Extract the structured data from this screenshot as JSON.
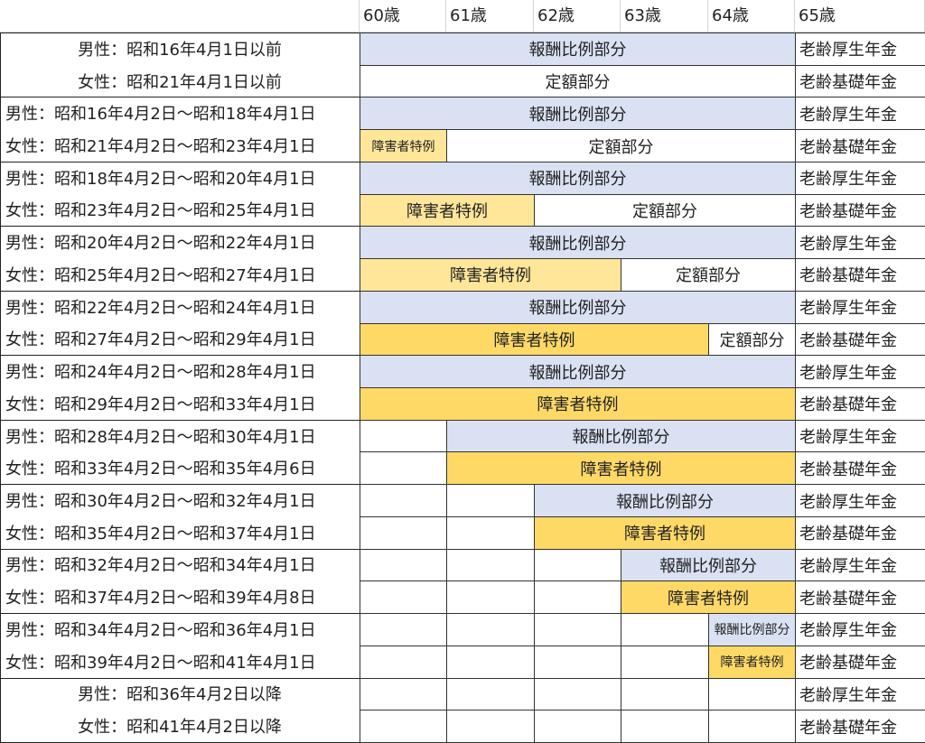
{
  "header": {
    "ages": [
      "60歳",
      "61歳",
      "62歳",
      "63歳",
      "64歳",
      "65歳"
    ]
  },
  "colors": {
    "remuneration": "#D9E1F2",
    "disability_light": "#FFE699",
    "disability": "#FFD966",
    "fixed": "#FFFFFF",
    "border": "#222222"
  },
  "right_labels": {
    "top": "老齢厚生年金",
    "bottom": "老齢基礎年金"
  },
  "groups": [
    {
      "male": "男性：昭和16年4月1日以前",
      "female": "女性：昭和21年4月1日以前",
      "centered": true,
      "top": [
        {
          "start": 0,
          "end": 5,
          "type": "remuneration",
          "label": "報酬比例部分"
        }
      ],
      "bottom": [
        {
          "start": 0,
          "end": 5,
          "type": "fixed",
          "label": "定額部分"
        }
      ]
    },
    {
      "male": "男性：昭和16年4月2日～昭和18年4月1日",
      "female": "女性：昭和21年4月2日～昭和23年4月1日",
      "centered": false,
      "top": [
        {
          "start": 0,
          "end": 5,
          "type": "remuneration",
          "label": "報酬比例部分"
        }
      ],
      "bottom": [
        {
          "start": 0,
          "end": 1,
          "type": "disability_light",
          "label": "障害者特例",
          "small": true
        },
        {
          "start": 1,
          "end": 5,
          "type": "fixed",
          "label": "定額部分"
        }
      ]
    },
    {
      "male": "男性：昭和18年4月2日～昭和20年4月1日",
      "female": "女性：昭和23年4月2日～昭和25年4月1日",
      "centered": false,
      "top": [
        {
          "start": 0,
          "end": 5,
          "type": "remuneration",
          "label": "報酬比例部分"
        }
      ],
      "bottom": [
        {
          "start": 0,
          "end": 2,
          "type": "disability_light",
          "label": "障害者特例"
        },
        {
          "start": 2,
          "end": 5,
          "type": "fixed",
          "label": "定額部分"
        }
      ]
    },
    {
      "male": "男性：昭和20年4月2日～昭和22年4月1日",
      "female": "女性：昭和25年4月2日～昭和27年4月1日",
      "centered": false,
      "top": [
        {
          "start": 0,
          "end": 5,
          "type": "remuneration",
          "label": "報酬比例部分"
        }
      ],
      "bottom": [
        {
          "start": 0,
          "end": 3,
          "type": "disability_light",
          "label": "障害者特例"
        },
        {
          "start": 3,
          "end": 5,
          "type": "fixed",
          "label": "定額部分"
        }
      ]
    },
    {
      "male": "男性：昭和22年4月2日～昭和24年4月1日",
      "female": "女性：昭和27年4月2日～昭和29年4月1日",
      "centered": false,
      "top": [
        {
          "start": 0,
          "end": 5,
          "type": "remuneration",
          "label": "報酬比例部分"
        }
      ],
      "bottom": [
        {
          "start": 0,
          "end": 4,
          "type": "disability",
          "label": "障害者特例"
        },
        {
          "start": 4,
          "end": 5,
          "type": "fixed",
          "label": "定額部分"
        }
      ]
    },
    {
      "male": "男性：昭和24年4月2日～昭和28年4月1日",
      "female": "女性：昭和29年4月2日～昭和33年4月1日",
      "centered": false,
      "top": [
        {
          "start": 0,
          "end": 5,
          "type": "remuneration",
          "label": "報酬比例部分"
        }
      ],
      "bottom": [
        {
          "start": 0,
          "end": 5,
          "type": "disability",
          "label": "障害者特例"
        }
      ]
    },
    {
      "male": "男性：昭和28年4月2日～昭和30年4月1日",
      "female": "女性：昭和33年4月2日～昭和35年4月6日",
      "centered": false,
      "top": [
        {
          "start": 1,
          "end": 5,
          "type": "remuneration",
          "label": "報酬比例部分"
        }
      ],
      "bottom": [
        {
          "start": 1,
          "end": 5,
          "type": "disability",
          "label": "障害者特例"
        }
      ]
    },
    {
      "male": "男性：昭和30年4月2日～昭和32年4月1日",
      "female": "女性：昭和35年4月2日～昭和37年4月1日",
      "centered": false,
      "top": [
        {
          "start": 2,
          "end": 5,
          "type": "remuneration",
          "label": "報酬比例部分"
        }
      ],
      "bottom": [
        {
          "start": 2,
          "end": 5,
          "type": "disability",
          "label": "障害者特例"
        }
      ]
    },
    {
      "male": "男性：昭和32年4月2日～昭和34年4月1日",
      "female": "女性：昭和37年4月2日～昭和39年4月8日",
      "centered": false,
      "top": [
        {
          "start": 3,
          "end": 5,
          "type": "remuneration",
          "label": "報酬比例部分"
        }
      ],
      "bottom": [
        {
          "start": 3,
          "end": 5,
          "type": "disability",
          "label": "障害者特例"
        }
      ]
    },
    {
      "male": "男性：昭和34年4月2日～昭和36年4月1日",
      "female": "女性：昭和39年4月2日～昭和41年4月1日",
      "centered": false,
      "top": [
        {
          "start": 4,
          "end": 5,
          "type": "remuneration",
          "label": "報酬比例部分",
          "small": true
        }
      ],
      "bottom": [
        {
          "start": 4,
          "end": 5,
          "type": "disability",
          "label": "障害者特例",
          "small": true
        }
      ]
    },
    {
      "male": "男性：昭和36年4月2日以降",
      "female": "女性：昭和41年4月2日以降",
      "centered": true,
      "top": [],
      "bottom": []
    }
  ]
}
